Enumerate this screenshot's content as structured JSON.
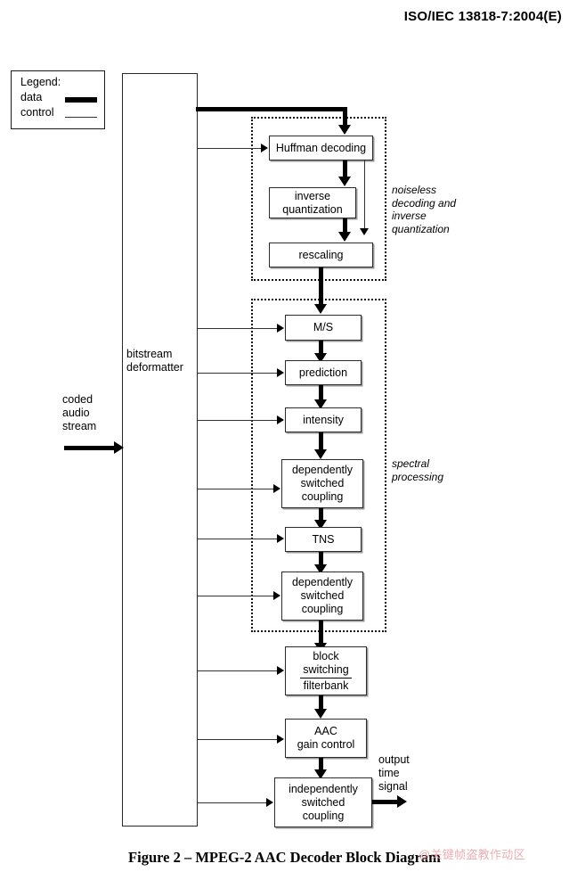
{
  "header": {
    "standard_ref": "ISO/IEC 13818-7:2004(E)"
  },
  "legend": {
    "title": "Legend:",
    "data_label": "data",
    "control_label": "control"
  },
  "deformatter": {
    "label": "bitstream\ndeformatter"
  },
  "input": {
    "label": "coded\naudio\nstream"
  },
  "output": {
    "label": "output\ntime\nsignal"
  },
  "groups": [
    {
      "id": "noiseless",
      "label": "noiseless\ndecoding and\ninverse\nquantization"
    },
    {
      "id": "spectral",
      "label": "spectral\nprocessing"
    }
  ],
  "blocks": [
    {
      "id": "huffman",
      "label": "Huffman decoding"
    },
    {
      "id": "inverse-quantization",
      "label": "inverse\nquantization"
    },
    {
      "id": "rescaling",
      "label": "rescaling"
    },
    {
      "id": "ms",
      "label": "M/S"
    },
    {
      "id": "prediction",
      "label": "prediction"
    },
    {
      "id": "intensity",
      "label": "intensity"
    },
    {
      "id": "dependently-switched-coupling-1",
      "label": "dependently\nswitched\ncoupling"
    },
    {
      "id": "tns",
      "label": "TNS"
    },
    {
      "id": "dependently-switched-coupling-2",
      "label": "dependently\nswitched\ncoupling"
    },
    {
      "id": "block-switching-filterbank",
      "label_top": "block\nswitching",
      "label_bottom": "filterbank"
    },
    {
      "id": "aac-gain-control",
      "label": "AAC\ngain control"
    },
    {
      "id": "independently-switched-coupling",
      "label": "independently\nswitched\ncoupling"
    }
  ],
  "caption": {
    "text": "Figure 2 – MPEG-2 AAC Decoder Block Diagram"
  },
  "watermark": {
    "text": "@关键帧盗教作动区"
  },
  "colors": {
    "ink": "#000000",
    "box_stroke": "#2b2b2b",
    "control_stroke": "#333333",
    "watermark": "#e8a0a8"
  }
}
